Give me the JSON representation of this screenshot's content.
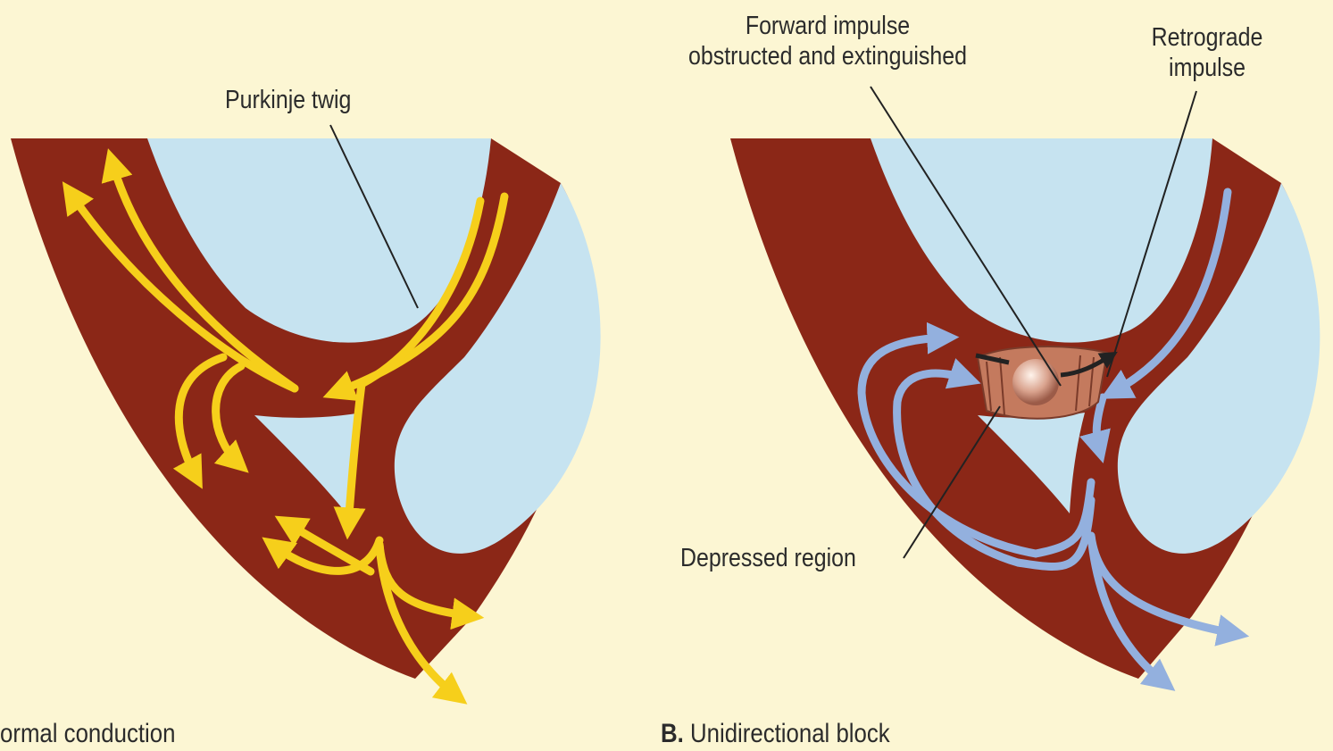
{
  "labels": {
    "purkinje_twig": "Purkinje twig",
    "forward_impulse_line1": "Forward impulse",
    "forward_impulse_line2": "obstructed and extinguished",
    "retrograde_line1": "Retrograde",
    "retrograde_line2": "impulse",
    "depressed_region": "Depressed region"
  },
  "panels": {
    "a_title": "ormal conduction",
    "b_letter": "B.",
    "b_title": "Unidirectional block"
  },
  "colors": {
    "background": "#fcf6d3",
    "myocardium": "#8b2717",
    "cavity": "#c6e3f0",
    "normal_impulse": "#f6cf1b",
    "blocked_impulse": "#93b0de",
    "depressed_tissue": "#c47a5e"
  }
}
